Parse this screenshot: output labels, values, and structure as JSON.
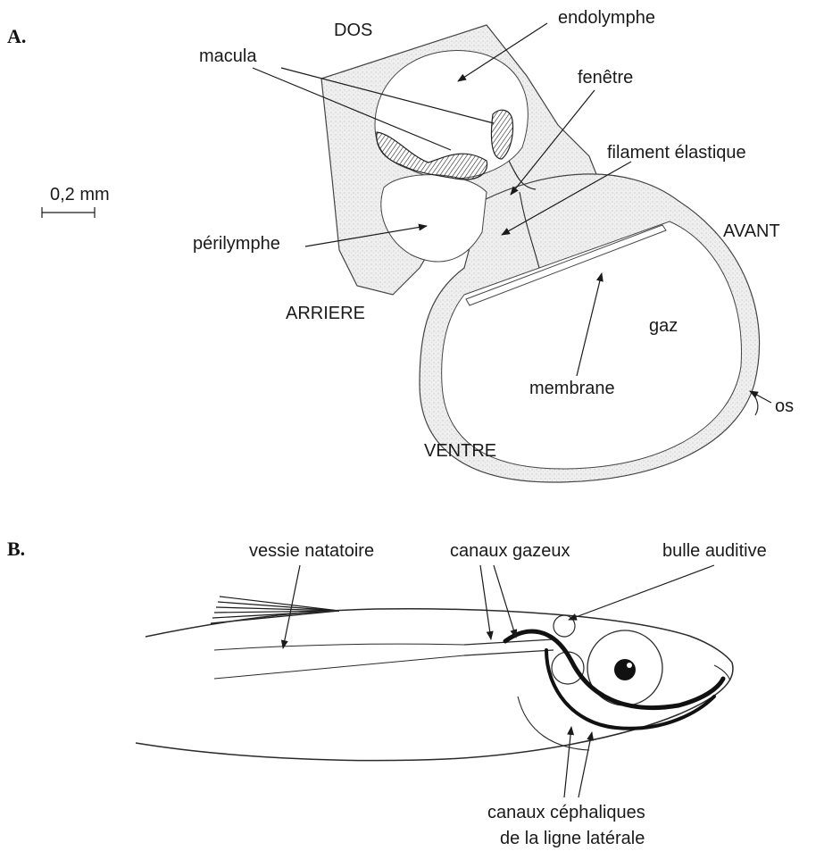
{
  "panel_a": {
    "letter": "A.",
    "scale_bar": "0,2 mm",
    "labels": {
      "dos": "DOS",
      "endolymphe": "endolymphe",
      "macula": "macula",
      "fenetre": "fenêtre",
      "filament": "filament élastique",
      "perilymphe": "périlymphe",
      "avant": "AVANT",
      "arriere": "ARRIERE",
      "gaz": "gaz",
      "membrane": "membrane",
      "os": "os",
      "ventre": "VENTRE"
    }
  },
  "panel_b": {
    "letter": "B.",
    "labels": {
      "vessie": "vessie natatoire",
      "canaux_gazeux": "canaux gazeux",
      "bulle": "bulle auditive",
      "canaux_cephaliques_1": "canaux céphaliques",
      "canaux_cephaliques_2": "de la ligne latérale"
    }
  },
  "colors": {
    "ink": "#1a1a1a",
    "bone_fill": "#ececec",
    "background": "#ffffff"
  }
}
